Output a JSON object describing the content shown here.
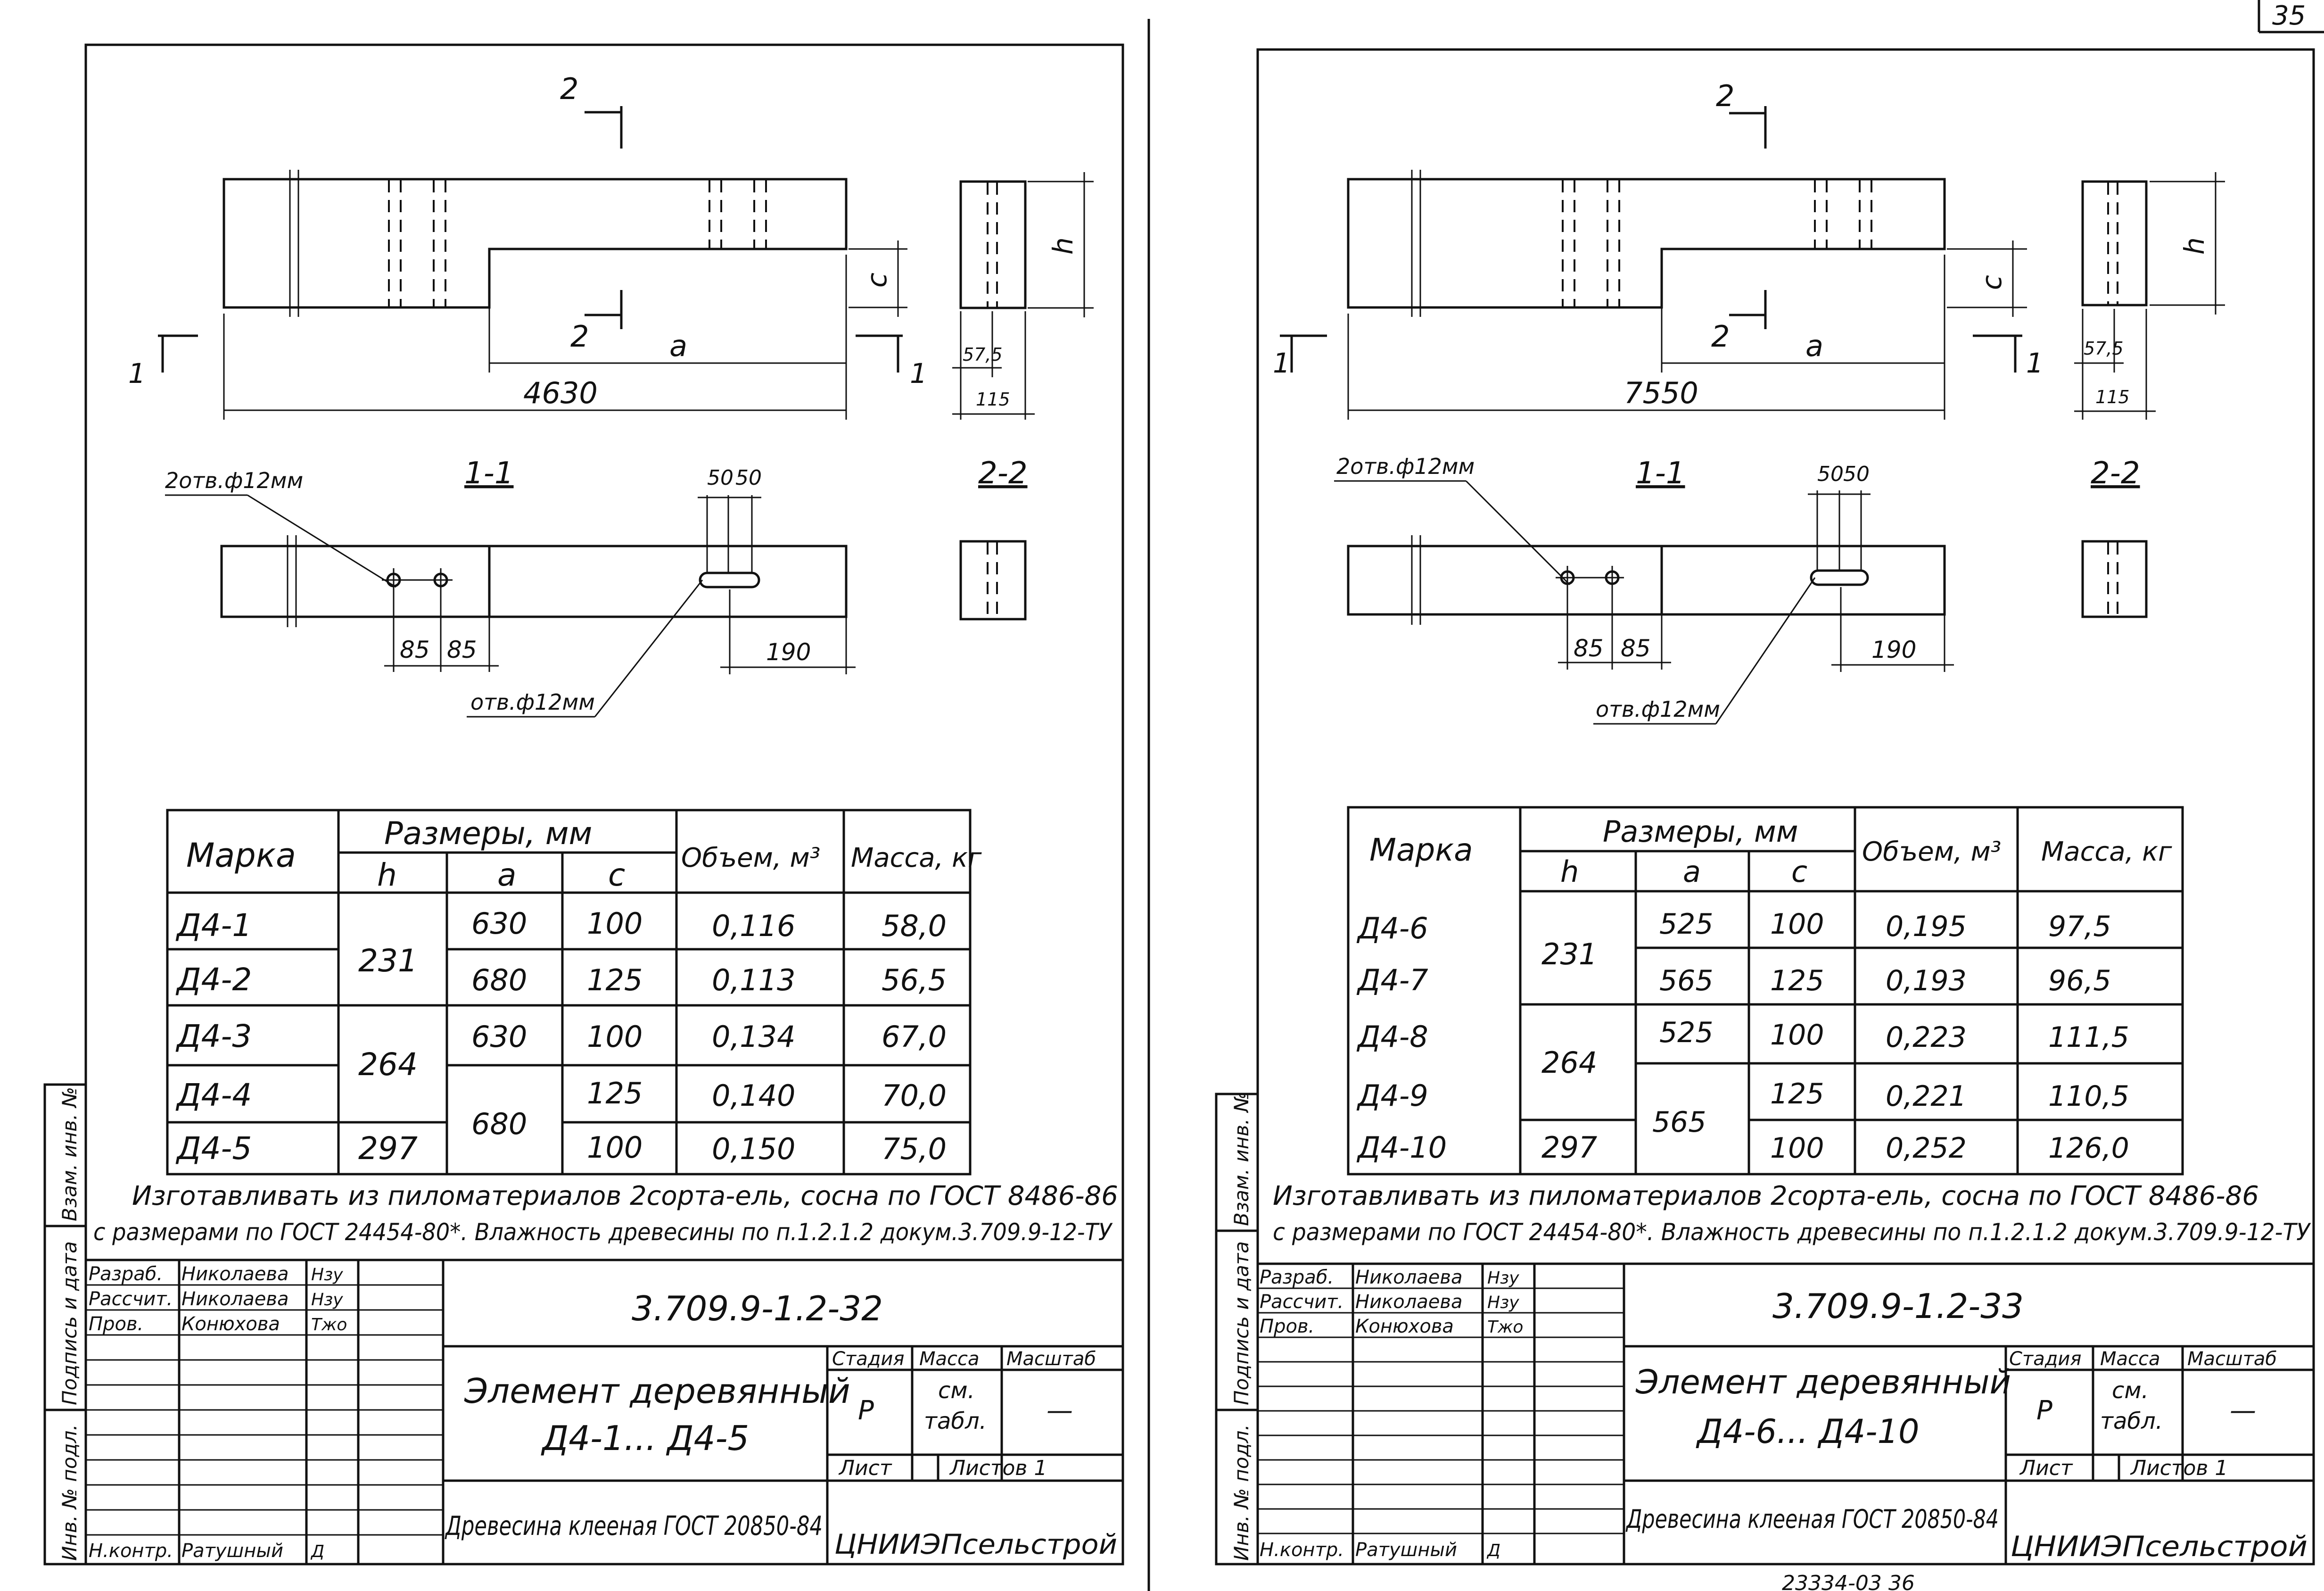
{
  "page_number": "35",
  "bottom_stamp": "23334-03   36",
  "sheets": [
    {
      "drawing": {
        "section_mark": "2",
        "label_1": "1",
        "dim_length": "4630",
        "dim_a": "a",
        "dim_c": "c",
        "dim_h": "h",
        "dim_57_5": "57,5",
        "dim_115": "115",
        "section_1_title": "1-1",
        "section_2_title": "2-2",
        "holes_note": "2отв.ф12мм",
        "hole_note": "отв.ф12мм",
        "dim_50a": "50",
        "dim_50b": "50",
        "dim_85a": "85",
        "dim_85b": "85",
        "dim_190": "190"
      },
      "table": {
        "col_marka": "Марка",
        "col_sizes": "Размеры, мм",
        "col_h": "h",
        "col_a": "a",
        "col_c": "c",
        "col_volume": "Объем, м³",
        "col_mass": "Масса, кг",
        "rows": [
          {
            "marka": "Д4-1",
            "h": "231",
            "a": "630",
            "c": "100",
            "volume": "0,116",
            "mass": "58,0"
          },
          {
            "marka": "Д4-2",
            "h": "",
            "a": "680",
            "c": "125",
            "volume": "0,113",
            "mass": "56,5"
          },
          {
            "marka": "Д4-3",
            "h": "264",
            "a": "630",
            "c": "100",
            "volume": "0,134",
            "mass": "67,0"
          },
          {
            "marka": "Д4-4",
            "h": "",
            "a": "680",
            "c": "125",
            "volume": "0,140",
            "mass": "70,0"
          },
          {
            "marka": "Д4-5",
            "h": "297",
            "a": "",
            "c": "100",
            "volume": "0,150",
            "mass": "75,0"
          }
        ]
      },
      "note_line1": "Изготавливать из пиломатериалов 2сорта-ель, сосна по ГОСТ 8486-86",
      "note_line2": "с размерами по ГОСТ 24454-80*. Влажность древесины по п.1.2.1.2 докум.3.709.9-12-ТУ",
      "title_block": {
        "code": "3.709.9-1.2-32",
        "name_line1": "Элемент деревянный",
        "name_line2": "Д4-1... Д4-5",
        "material": "Древесина клееная ГОСТ 20850-84",
        "org": "ЦНИИЭПсельстрой",
        "stage_hdr": "Стадия",
        "mass_hdr": "Масса",
        "scale_hdr": "Масштаб",
        "stage": "Р",
        "mass_val1": "см.",
        "mass_val2": "табл.",
        "scale": "—",
        "sheet_hdr": "Лист",
        "sheets_hdr": "Листов 1",
        "roles": [
          {
            "role": "Разраб.",
            "name": "Николаева",
            "sign": "Нзу"
          },
          {
            "role": "Рассчит.",
            "name": "Николаева",
            "sign": "Нзу"
          },
          {
            "role": "Пров.",
            "name": "Конюхова",
            "sign": "Тжо"
          },
          {
            "role": "Н.контр.",
            "name": "Ратушный",
            "sign": "Д"
          }
        ]
      },
      "side_stamp": [
        "Инв. № подл.",
        "Подпись и дата",
        "Взам. инв. №"
      ]
    },
    {
      "drawing": {
        "section_mark": "2",
        "label_1": "1",
        "dim_length": "7550",
        "dim_a": "a",
        "dim_c": "c",
        "dim_h": "h",
        "dim_57_5": "57,5",
        "dim_115": "115",
        "section_1_title": "1-1",
        "section_2_title": "2-2",
        "holes_note": "2отв.ф12мм",
        "hole_note": "отв.ф12мм",
        "dim_50a": "50",
        "dim_50b": "50",
        "dim_85a": "85",
        "dim_85b": "85",
        "dim_190": "190"
      },
      "table": {
        "col_marka": "Марка",
        "col_sizes": "Размеры, мм",
        "col_h": "h",
        "col_a": "a",
        "col_c": "c",
        "col_volume": "Объем, м³",
        "col_mass": "Масса, кг",
        "rows": [
          {
            "marka": "Д4-6",
            "h": "231",
            "a": "525",
            "c": "100",
            "volume": "0,195",
            "mass": "97,5"
          },
          {
            "marka": "Д4-7",
            "h": "",
            "a": "565",
            "c": "125",
            "volume": "0,193",
            "mass": "96,5"
          },
          {
            "marka": "Д4-8",
            "h": "264",
            "a": "525",
            "c": "100",
            "volume": "0,223",
            "mass": "111,5"
          },
          {
            "marka": "Д4-9",
            "h": "",
            "a": "565",
            "c": "125",
            "volume": "0,221",
            "mass": "110,5"
          },
          {
            "marka": "Д4-10",
            "h": "297",
            "a": "",
            "c": "100",
            "volume": "0,252",
            "mass": "126,0"
          }
        ]
      },
      "note_line1": "Изготавливать из пиломатериалов 2сорта-ель, сосна по ГОСТ 8486-86",
      "note_line2": "с размерами по ГОСТ 24454-80*. Влажность древесины по п.1.2.1.2 докум.3.709.9-12-ТУ",
      "title_block": {
        "code": "3.709.9-1.2-33",
        "name_line1": "Элемент деревянный",
        "name_line2": "Д4-6... Д4-10",
        "material": "Древесина клееная ГОСТ 20850-84",
        "org": "ЦНИИЭПсельстрой",
        "stage_hdr": "Стадия",
        "mass_hdr": "Масса",
        "scale_hdr": "Масштаб",
        "stage": "Р",
        "mass_val1": "см.",
        "mass_val2": "табл.",
        "scale": "—",
        "sheet_hdr": "Лист",
        "sheets_hdr": "Листов 1",
        "roles": [
          {
            "role": "Разраб.",
            "name": "Николаева",
            "sign": "Нзу"
          },
          {
            "role": "Рассчит.",
            "name": "Николаева",
            "sign": "Нзу"
          },
          {
            "role": "Пров.",
            "name": "Конюхова",
            "sign": "Тжо"
          },
          {
            "role": "Н.контр.",
            "name": "Ратушный",
            "sign": "Д"
          }
        ]
      },
      "side_stamp": [
        "Инв. № подл.",
        "Подпись и дата",
        "Взам. инв. №"
      ]
    }
  ]
}
